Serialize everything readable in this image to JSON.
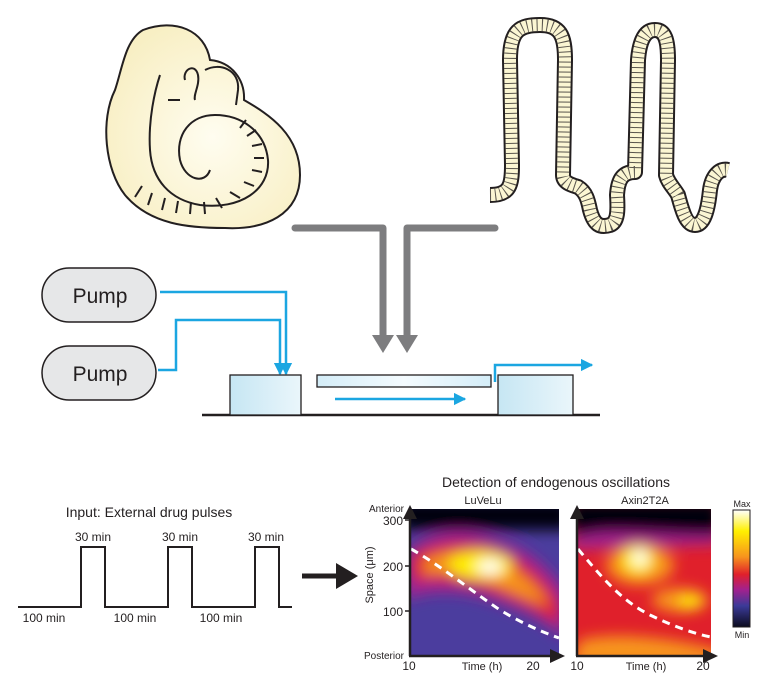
{
  "setup": {
    "pump_labels": [
      "Pump",
      "Pump"
    ],
    "colors": {
      "flow": "#1ba6e1",
      "arrow": "#7d7d7f",
      "tissue_fill": "#fbf6d3",
      "chamber_fill": "#d9eff8",
      "outline": "#231f20"
    }
  },
  "input": {
    "title": "Input: External drug pulses",
    "pulse_labels": [
      "30 min",
      "30 min",
      "30 min"
    ],
    "gap_labels": [
      "100 min",
      "100 min",
      "100 min"
    ]
  },
  "output": {
    "title": "Detection of endogenous oscillations",
    "panels": [
      {
        "title": "LuVeLu"
      },
      {
        "title": "Axin2T2A"
      }
    ],
    "y_axis": {
      "label": "Space (μm)",
      "top_label": "Anterior",
      "bottom_label": "Posterior",
      "ticks": [
        "300",
        "200",
        "100"
      ]
    },
    "x_axis": {
      "label": "Time (h)",
      "ticks": [
        "10",
        "20"
      ]
    },
    "colorbar": {
      "max_label": "Max",
      "min_label": "Min"
    }
  },
  "chart_data": [
    {
      "type": "heatmap",
      "title": "LuVeLu",
      "xlabel": "Time (h)",
      "ylabel": "Space (μm)",
      "xlim": [
        10,
        22
      ],
      "ylim": [
        0,
        320
      ],
      "xticks": [
        10,
        20
      ],
      "yticks": [
        100,
        200,
        300
      ],
      "colormap": "fire (Min=black → blue → magenta → red → orange → yellow → white=Max)",
      "dashed_front": {
        "x": [
          10,
          13,
          16,
          19,
          22
        ],
        "y": [
          230,
          185,
          130,
          90,
          60
        ]
      },
      "peak_region": {
        "x": 15.5,
        "y": 205
      }
    },
    {
      "type": "heatmap",
      "title": "Axin2T2A",
      "xlabel": "Time (h)",
      "ylabel": "Space (μm)",
      "xlim": [
        10,
        22
      ],
      "ylim": [
        0,
        320
      ],
      "xticks": [
        10,
        20
      ],
      "colormap": "fire (Min=black → blue → magenta → red → orange → yellow → white=Max)",
      "dashed_front": {
        "x": [
          10,
          13,
          16,
          19,
          22
        ],
        "y": [
          225,
          160,
          105,
          70,
          55
        ]
      },
      "peak_region": {
        "x": 14,
        "y": 215
      }
    }
  ]
}
